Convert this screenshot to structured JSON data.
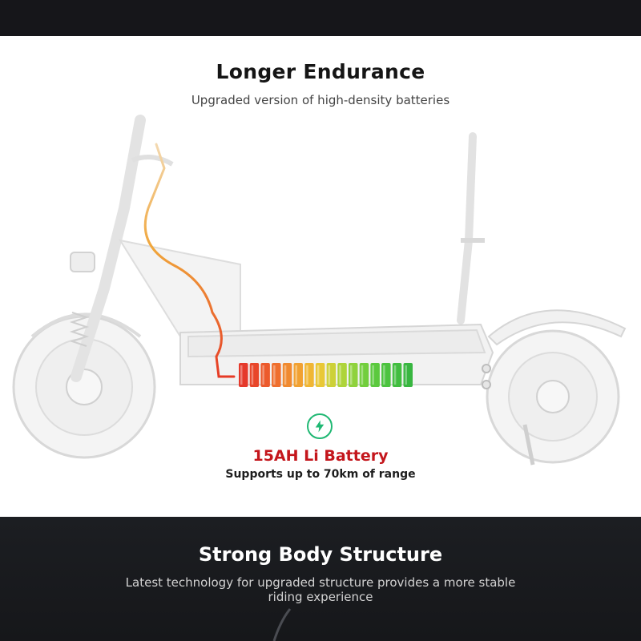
{
  "endurance": {
    "title": "Longer Endurance",
    "subtitle": "Upgraded version of high-density batteries"
  },
  "battery": {
    "title": "15AH Li Battery",
    "subtitle": "Supports up to 70km of range",
    "icon": "lightning-bolt-icon",
    "cell_colors": [
      "#e5392b",
      "#e8462a",
      "#ec5a2c",
      "#ef6f2e",
      "#f08a30",
      "#f1a132",
      "#f0b634",
      "#e9c836",
      "#cdd138",
      "#aed43a",
      "#8fd23c",
      "#72ce3d",
      "#5bc93e",
      "#4cc33f",
      "#41bd3f",
      "#38b640"
    ]
  },
  "structure": {
    "title": "Strong Body Structure",
    "subtitle": "Latest technology for upgraded structure provides a more stable riding experience"
  },
  "colors": {
    "accent_red": "#c4161c",
    "accent_green": "#1fb873",
    "dark_band": "#16161a"
  }
}
